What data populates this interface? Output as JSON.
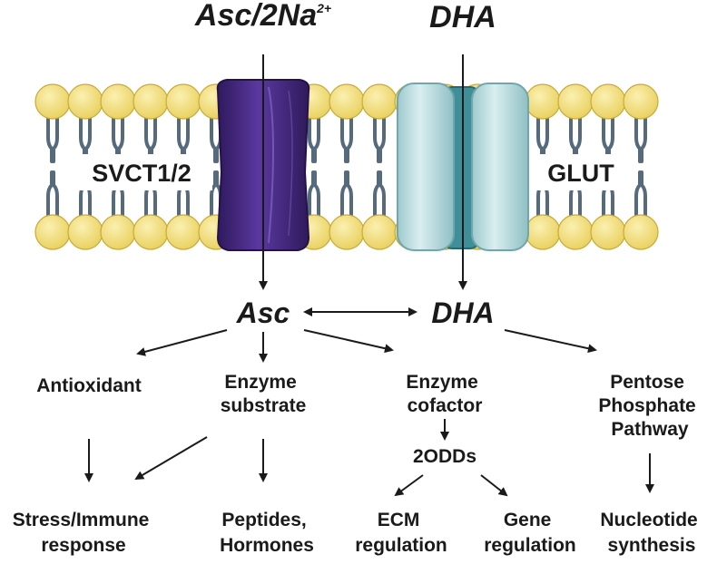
{
  "transport": {
    "asc_in": "Asc/2Na",
    "asc_in_sup": "2+",
    "dha_in": "DHA"
  },
  "membrane": {
    "svct_label": "SVCT1/2",
    "glut_label": "GLUT"
  },
  "intracellular": {
    "asc": "Asc",
    "dha": "DHA"
  },
  "functions": {
    "antioxidant": "Antioxidant",
    "enzyme_substrate": [
      "Enzyme",
      "substrate"
    ],
    "enzyme_cofactor": [
      "Enzyme",
      "cofactor"
    ],
    "ppp": [
      "Pentose",
      "Phosphate",
      "Pathway"
    ],
    "twoodds": "2ODDs"
  },
  "outcomes": {
    "stress": [
      "Stress/Immune",
      "response"
    ],
    "peptides": [
      "Peptides,",
      "Hormones"
    ],
    "ecm": [
      "ECM",
      "regulation"
    ],
    "gene": [
      "Gene",
      "regulation"
    ],
    "nucleotide": [
      "Nucleotide",
      "synthesis"
    ]
  },
  "colors": {
    "lipid_head": "#f2dd78",
    "lipid_tail": "#556b7d",
    "svct": "#4a2a83",
    "glut": "#b9d9dc",
    "glut_core": "#3f8f99",
    "arrow": "#1a1a1a"
  }
}
